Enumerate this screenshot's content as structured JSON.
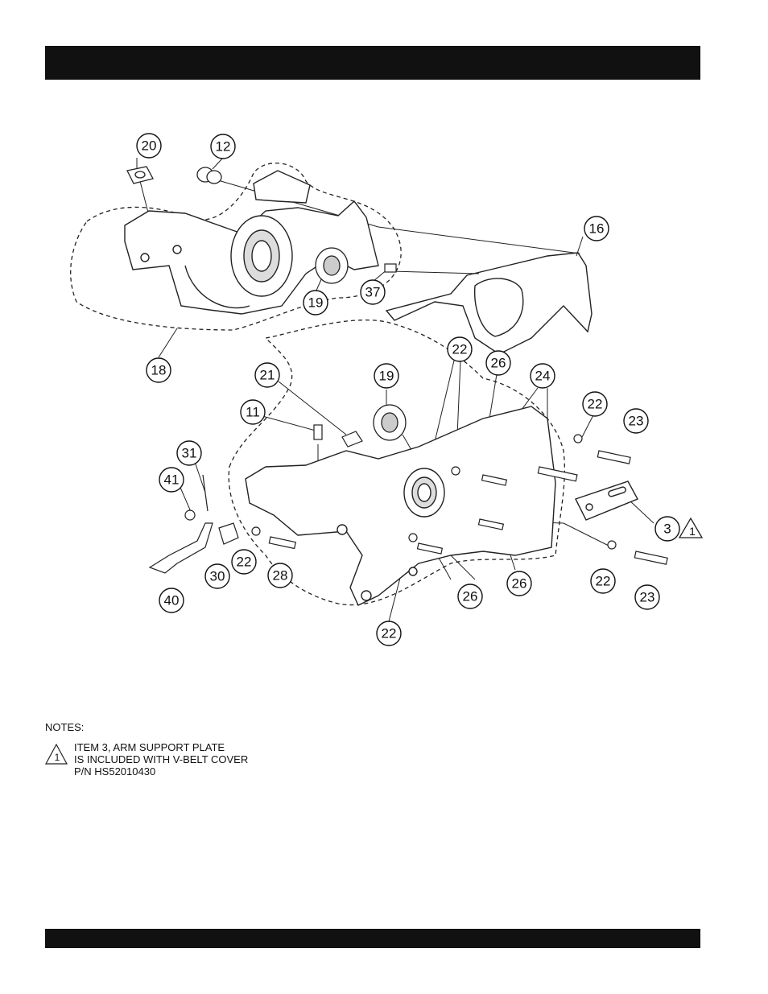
{
  "header": {
    "title": ""
  },
  "footer": {
    "text": ""
  },
  "callouts": [
    {
      "label": "20"
    },
    {
      "label": "12"
    },
    {
      "label": "16"
    },
    {
      "label": "37"
    },
    {
      "label": "19"
    },
    {
      "label": "18"
    },
    {
      "label": "21"
    },
    {
      "label": "19"
    },
    {
      "label": "22"
    },
    {
      "label": "26"
    },
    {
      "label": "24"
    },
    {
      "label": "22"
    },
    {
      "label": "23"
    },
    {
      "label": "11"
    },
    {
      "label": "31"
    },
    {
      "label": "41"
    },
    {
      "label": "3"
    },
    {
      "label": "30"
    },
    {
      "label": "22"
    },
    {
      "label": "28"
    },
    {
      "label": "40"
    },
    {
      "label": "26"
    },
    {
      "label": "26"
    },
    {
      "label": "22"
    },
    {
      "label": "23"
    },
    {
      "label": "22"
    }
  ],
  "warning_marker": {
    "label": "1"
  },
  "notes": {
    "title": "NOTES:",
    "marker": "1",
    "lines": [
      "ITEM 3, ARM SUPPORT PLATE",
      "IS INCLUDED WITH V-BELT COVER",
      "P/N HS52010430"
    ]
  }
}
